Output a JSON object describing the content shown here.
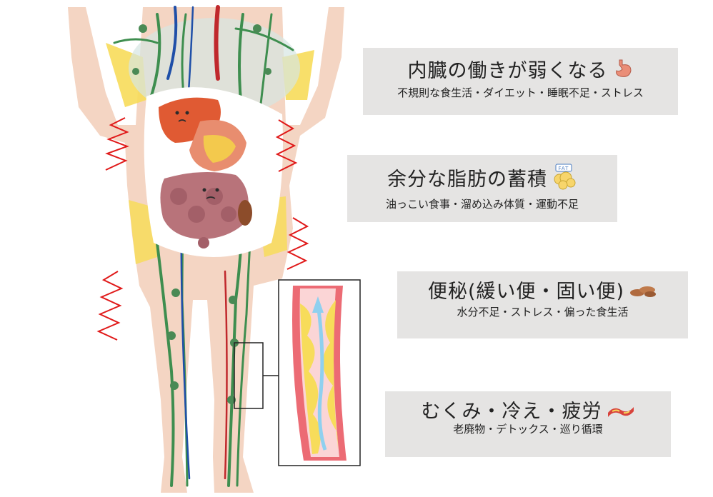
{
  "panels": [
    {
      "title": "内臓の働きが弱くなる",
      "subtitle": "不規則な食生活・ダイエット・睡眠不足・ストレス",
      "icon": "stomach-icon"
    },
    {
      "title": "余分な脂肪の蓄積",
      "subtitle": "油っこい食事・溜め込み体質・運動不足",
      "icon": "fat-icon",
      "icon_label": "FAT"
    },
    {
      "title": "便秘(緩い便・固い便)",
      "subtitle": "水分不足・ストレス・偏った食生活",
      "icon": "stool-icon"
    },
    {
      "title": "むくみ・冷え・疲労",
      "subtitle": "老廃物・デトックス・巡り循環",
      "icon": "blood-vessel-icon"
    }
  ],
  "colors": {
    "panel_bg": "#e5e4e3",
    "skin": "#f4d5c3",
    "lymph": "#3e8e4f",
    "vein": "#1f4fa8",
    "artery": "#c0282c",
    "fat": "#f7dc5a",
    "zigzag": "#e01818",
    "vessel_wall": "#ec6b74"
  }
}
